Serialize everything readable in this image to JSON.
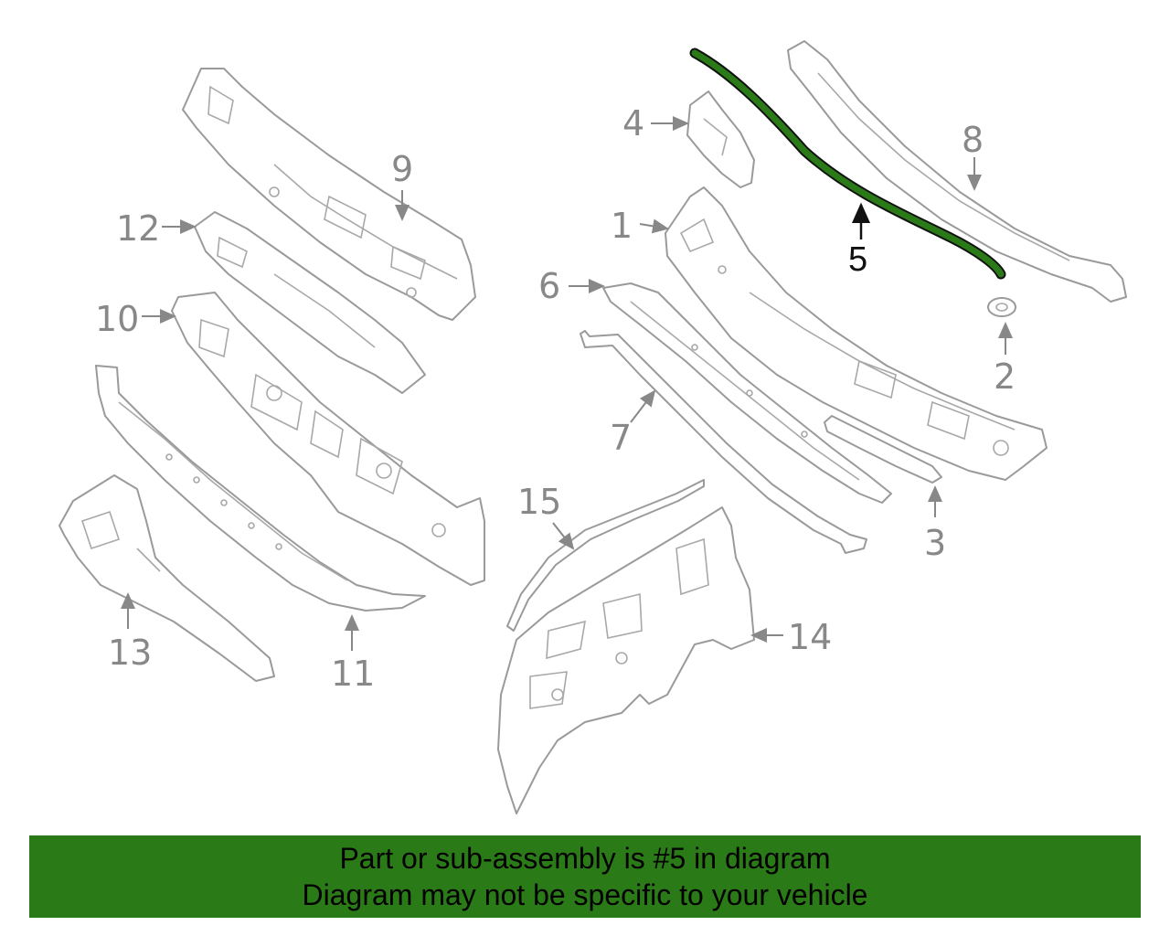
{
  "diagram": {
    "highlighted_part": "5",
    "highlight_color": "#2b7a18",
    "callouts": {
      "p1": "1",
      "p2": "2",
      "p3": "3",
      "p4": "4",
      "p5": "5",
      "p6": "6",
      "p7": "7",
      "p8": "8",
      "p9": "9",
      "p10": "10",
      "p11": "11",
      "p12": "12",
      "p13": "13",
      "p14": "14",
      "p15": "15"
    }
  },
  "banner": {
    "line1": "Part or sub-assembly is #5 in diagram",
    "line2": "Diagram may not be specific to your vehicle",
    "background": "#2b7a18"
  }
}
